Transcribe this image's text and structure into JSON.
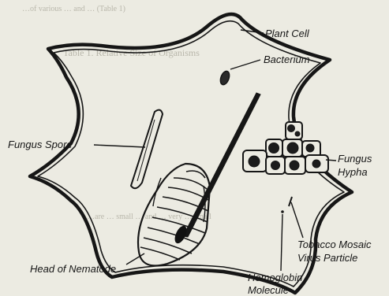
{
  "background_text": {
    "top_fragment": "…of various … and … (Table 1)",
    "table_title": "Table 1. Relative Size of Organisms",
    "paragraph": "…are … small … and … very … small"
  },
  "labels": {
    "plant_cell": "Plant Cell",
    "bacterium": "Bacterium",
    "fungus_spore": "Fungus Spore",
    "fungus_hypha_1": "Fungus",
    "fungus_hypha_2": "Hypha",
    "tobacco_mosaic_1": "Tobacco Mosaic",
    "tobacco_mosaic_2": "Virus Particle",
    "head_of_nematode": "Head of Nematode",
    "hemoglobin_1": "Hemoglobin",
    "hemoglobin_2": "Molecule"
  },
  "colors": {
    "paper": "#ecebe2",
    "ink": "#161616",
    "faded_text": "#b9b7ab"
  }
}
